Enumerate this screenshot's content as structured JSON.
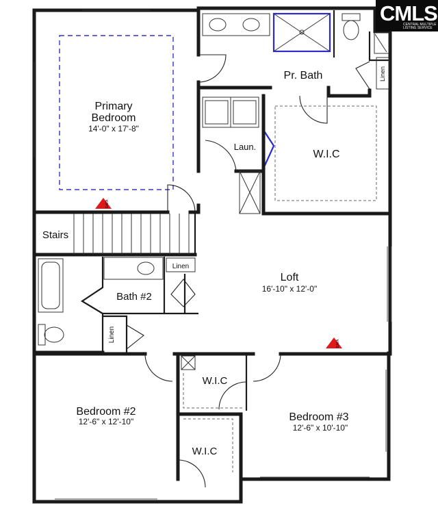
{
  "logo": {
    "text": "CMLS",
    "subtitle": "CENTRAL MULTIPLE LISTING SERVICE"
  },
  "rooms": {
    "primary_bedroom": {
      "name_line1": "Primary",
      "name_line2": "Bedroom",
      "dims": "14'-0\" x 17'-8\""
    },
    "primary_bath": {
      "name": "Pr. Bath"
    },
    "laundry": {
      "name": "Laun."
    },
    "wic_primary": {
      "name": "W.I.C"
    },
    "linen_primary": {
      "name": "Linen"
    },
    "stairs": {
      "name": "Stairs"
    },
    "loft": {
      "name": "Loft",
      "dims": "16'-10\" x 12'-0\""
    },
    "bath2": {
      "name": "Bath #2"
    },
    "linen_bath2_top": {
      "name": "Linen"
    },
    "linen_bath2_side": {
      "name": "Linen"
    },
    "bedroom2": {
      "name": "Bedroom #2",
      "dims": "12'-6\" x 12'-10\""
    },
    "bedroom3": {
      "name": "Bedroom #3",
      "dims": "12'-6\" x 10'-10\""
    },
    "wic_bed3": {
      "name": "W.I.C"
    },
    "wic_bed2": {
      "name": "W.I.C"
    }
  },
  "markers": [
    {
      "text": "DATA",
      "color": "#e0191b"
    },
    {
      "text": "DATA",
      "color": "#e0191b"
    }
  ]
}
